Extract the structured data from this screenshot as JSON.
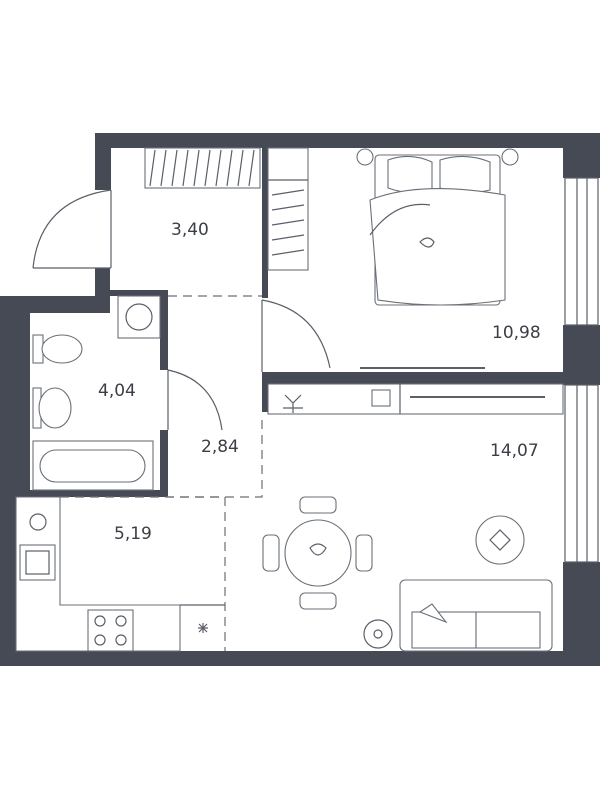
{
  "rooms": [
    {
      "id": "hall",
      "area": "3,40"
    },
    {
      "id": "bedroom",
      "area": "10,98"
    },
    {
      "id": "bathroom",
      "area": "4,04"
    },
    {
      "id": "corridor",
      "area": "2,84"
    },
    {
      "id": "living",
      "area": "14,07"
    },
    {
      "id": "kitchen",
      "area": "5,19"
    }
  ],
  "colors": {
    "wall": "#454a55",
    "line": "#6a6f78",
    "text": "#3b3e45"
  },
  "icons": [
    "wardrobe-icon",
    "bed-icon",
    "bathtub-icon",
    "toilet-icon",
    "sink-icon",
    "washer-icon",
    "stove-icon",
    "dining-table-icon",
    "sofa-icon",
    "tv-icon",
    "plant-icon"
  ]
}
